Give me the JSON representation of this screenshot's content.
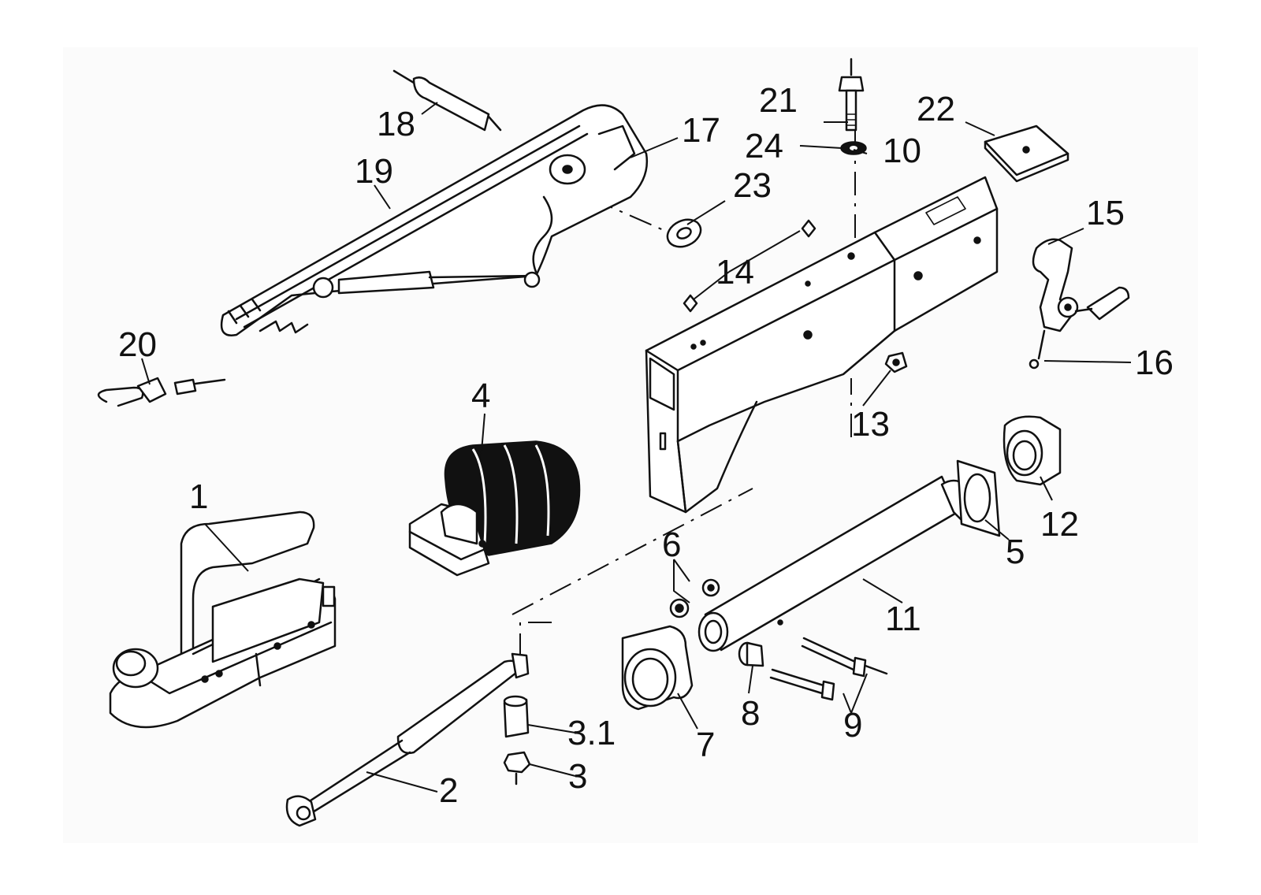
{
  "diagram": {
    "labels": {
      "p1": "1",
      "p2": "2",
      "p3": "3",
      "p3_1": "3.1",
      "p4": "4",
      "p5": "5",
      "p6": "6",
      "p7": "7",
      "p8": "8",
      "p9": "9",
      "p10": "10",
      "p11": "11",
      "p12": "12",
      "p13": "13",
      "p14": "14",
      "p15": "15",
      "p16": "16",
      "p17": "17",
      "p18": "18",
      "p19": "19",
      "p20": "20",
      "p21": "21",
      "p22": "22",
      "p23": "23",
      "p24": "24"
    }
  }
}
